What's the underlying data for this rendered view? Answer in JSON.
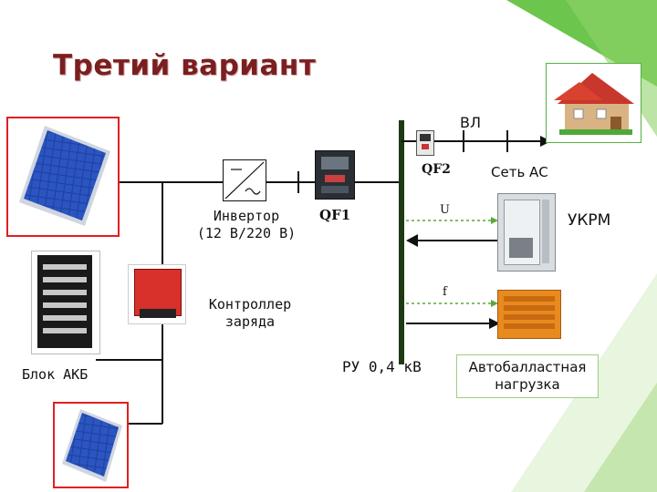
{
  "title": "Третий вариант",
  "labels": {
    "vl": "ВЛ",
    "set_ac": "Сеть АС",
    "qf2": "QF2",
    "qf1": "QF1",
    "inverter": "Инвертор",
    "inverter_spec": "(12 В/220 В)",
    "controller": "Контроллер",
    "controller_sub": "заряда",
    "u": "U",
    "ukrm": "УКРМ",
    "f": "f",
    "akb": "Блок АКБ",
    "ru": "РУ 0,4 кВ",
    "load": "Автобалластная",
    "load_sub": "нагрузка"
  },
  "colors": {
    "title": "#7a1f1f",
    "accent_green": "#4caf3a",
    "frame_red": "#e02020",
    "bus_green": "#1e3a12"
  }
}
